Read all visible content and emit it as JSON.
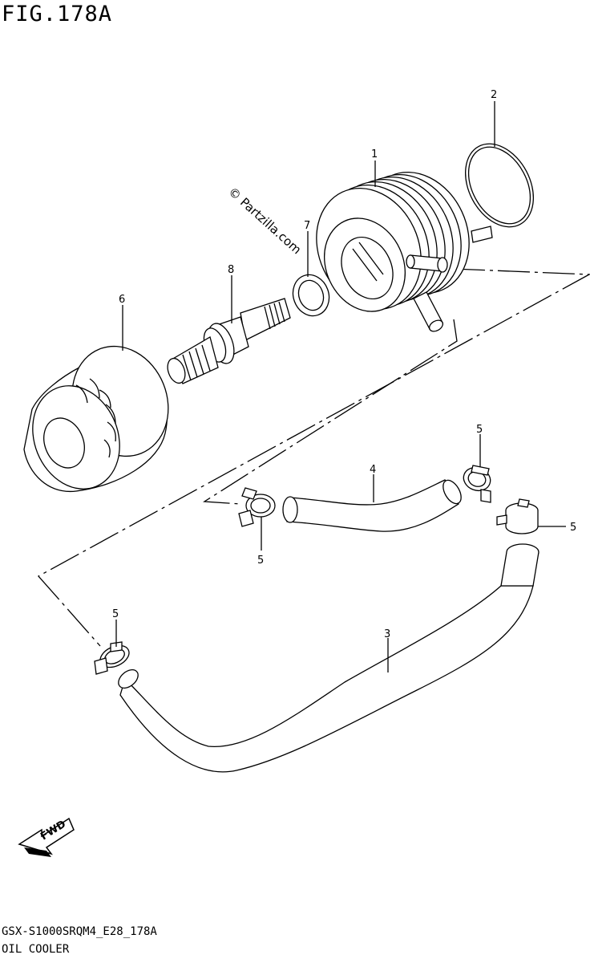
{
  "figure_id": "FIG.178A",
  "watermark": "© Partzilla.com",
  "model_code": "GSX-S1000SRQM4_E28_178A",
  "section_name": "OIL COOLER",
  "direction_label": "FWD",
  "callouts": {
    "oil_cooler": "1",
    "o_ring": "2",
    "hose_lower": "3",
    "hose_upper": "4",
    "clamp_right_upper": "5",
    "clamp_right_lower": "5",
    "clamp_mid": "5",
    "clamp_left": "5",
    "oil_filter": "6",
    "gasket": "7",
    "union_bolt": "8"
  }
}
